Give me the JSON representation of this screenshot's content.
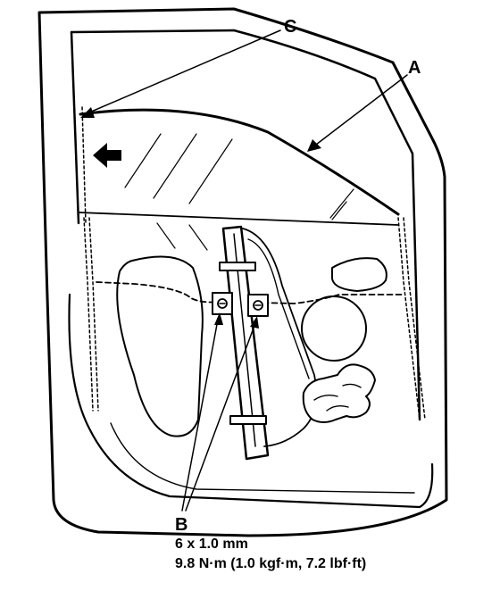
{
  "labels": {
    "a": "A",
    "b": "B",
    "c": "C"
  },
  "spec": {
    "bolt_size": "6 x 1.0 mm",
    "torque": "9.8 N·m (1.0 kgf·m, 7.2 lbf·ft)"
  },
  "icons": {
    "direction_arrow": "left-arrow-icon"
  },
  "colors": {
    "ink": "#000000",
    "paper": "#ffffff"
  }
}
